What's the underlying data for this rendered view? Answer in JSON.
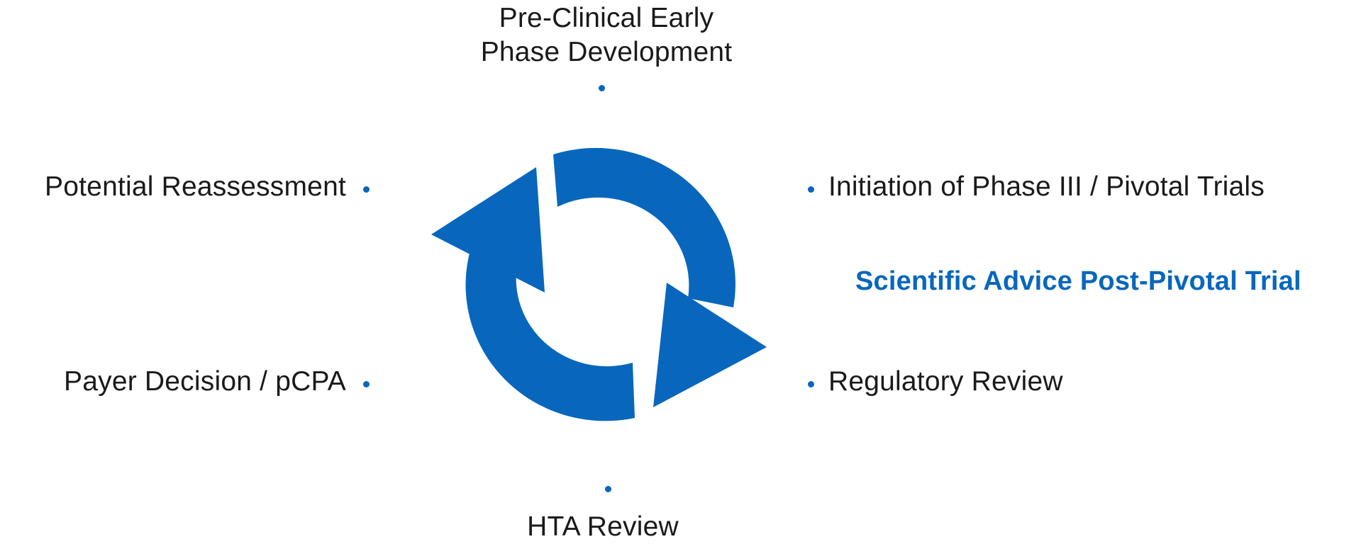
{
  "colors": {
    "accent": "#0867bd",
    "text": "#1a1a1a",
    "background": "#ffffff"
  },
  "cycle_icon": "circular-arrows-icon",
  "stages": {
    "pre_clinical_line1": "Pre-Clinical Early",
    "pre_clinical_line2": "Phase Development",
    "phase_three": "Initiation of Phase III / Pivotal Trials",
    "scientific_advice": "Scientific Advice Post-Pivotal Trial",
    "regulatory_review": "Regulatory Review",
    "hta_review": "HTA Review",
    "payer_decision": "Payer Decision / pCPA",
    "potential_reassessment": "Potential Reassessment"
  }
}
